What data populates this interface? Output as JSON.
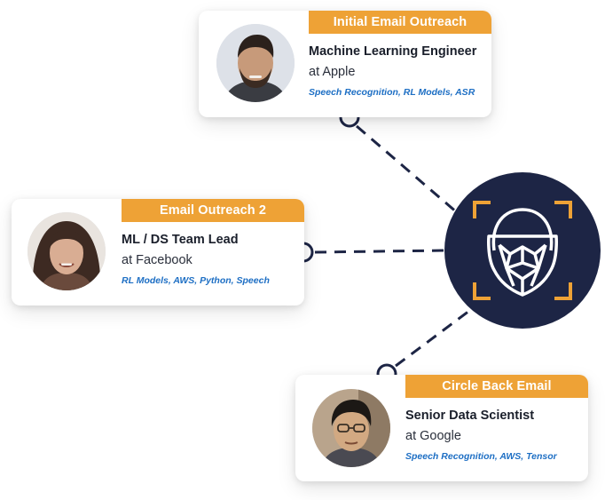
{
  "colors": {
    "tag": "#EEA236",
    "hub": "#1D2545",
    "skills": "#1E6FC4",
    "connector": "#1D2545",
    "ai-face": "#ffffff",
    "scan-corners": "#EEA236"
  },
  "hub": {
    "icon": "ai-face-scan-icon"
  },
  "cards": [
    {
      "tag": "Initial Email Outreach",
      "role": "Machine Learning Engineer",
      "company": "at Apple",
      "skills": "Speech Recognition, RL Models, ASR",
      "avatar_icon": "person-avatar-icon"
    },
    {
      "tag": "Email Outreach 2",
      "role": "ML / DS Team Lead",
      "company": "at Facebook",
      "skills": "RL Models, AWS, Python, Speech",
      "avatar_icon": "person-avatar-icon"
    },
    {
      "tag": "Circle Back Email",
      "role": "Senior Data Scientist",
      "company": "at Google",
      "skills": "Speech Recognition, AWS, Tensor",
      "avatar_icon": "person-avatar-icon"
    }
  ]
}
